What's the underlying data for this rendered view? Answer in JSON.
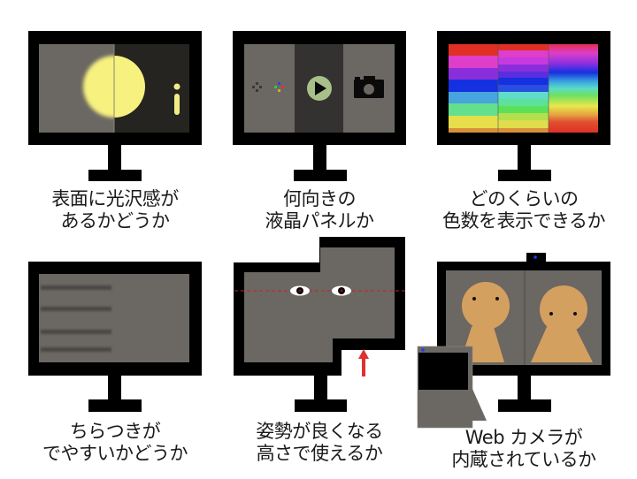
{
  "panels": [
    {
      "id": "glossy",
      "caption": [
        "表面に光沢感が",
        "あるかどうか"
      ],
      "illustration": {
        "left_screen_color": "#6b6762",
        "right_screen_color": "#262421",
        "circle_color": "#f7f17f",
        "icon": "info-icon"
      }
    },
    {
      "id": "panel-type",
      "caption": [
        "何向きの",
        "液晶パネルか"
      ],
      "illustration": {
        "panels": [
          "#6b6762",
          "#343230",
          "#6b6762"
        ],
        "icons": [
          "gamepad-buttons-icon",
          "play-icon",
          "camera-icon"
        ],
        "play_circle_color": "#a8bf8a",
        "button_colors": [
          "#3344cc",
          "#33cc33",
          "#dd3333",
          "#ccaa33"
        ]
      }
    },
    {
      "id": "color-count",
      "caption": [
        "どのくらいの",
        "色数を表示できるか"
      ],
      "illustration": {
        "columns": 3,
        "bands_col1": [
          "#e03026",
          "#de3ec9",
          "#8a2edc",
          "#1530e0",
          "#47a4de",
          "#62e08d",
          "#e6de4a",
          "#d9903a"
        ],
        "bands_col2": [
          "#e03026",
          "#de3ec9",
          "#c73ae0",
          "#8a2edc",
          "#5a2ee0",
          "#1530e0",
          "#2a4ee0",
          "#60dccc",
          "#5ee29a",
          "#5ce05a",
          "#b4e04e",
          "#e0dc4c",
          "#d9903a"
        ],
        "bands_col3": [
          "#e03050",
          "#de3ec9",
          "#c03ce0",
          "#9030e0",
          "#5a2ee0",
          "#1530e0",
          "#2a60e0",
          "#3aa0e0",
          "#5adcc8",
          "#5ee088",
          "#80e050",
          "#c0e24e",
          "#e8e84c",
          "#e6c040",
          "#e07a30",
          "#e05030",
          "#e03026"
        ]
      }
    },
    {
      "id": "flicker",
      "caption": [
        "ちらつきが",
        "でやすいかどうか"
      ],
      "illustration": {
        "blur_lines": 4,
        "line_color": "#4a4745"
      }
    },
    {
      "id": "height-adjust",
      "caption": [
        "姿勢が良くなる",
        "高さで使えるか"
      ],
      "illustration": {
        "eye_line_color": "#cc2222",
        "arrow_color": "#e03030",
        "icons": [
          "eye-icon",
          "eye-icon",
          "up-arrow-icon"
        ]
      }
    },
    {
      "id": "webcam",
      "caption": [
        "Web カメラが",
        "内蔵されているか"
      ],
      "illustration": {
        "person_color": "#d4a060",
        "camera_led_color": "#1a3cff",
        "icons": [
          "webcam-icon",
          "person-icon",
          "person-icon",
          "laptop-icon"
        ]
      }
    }
  ]
}
